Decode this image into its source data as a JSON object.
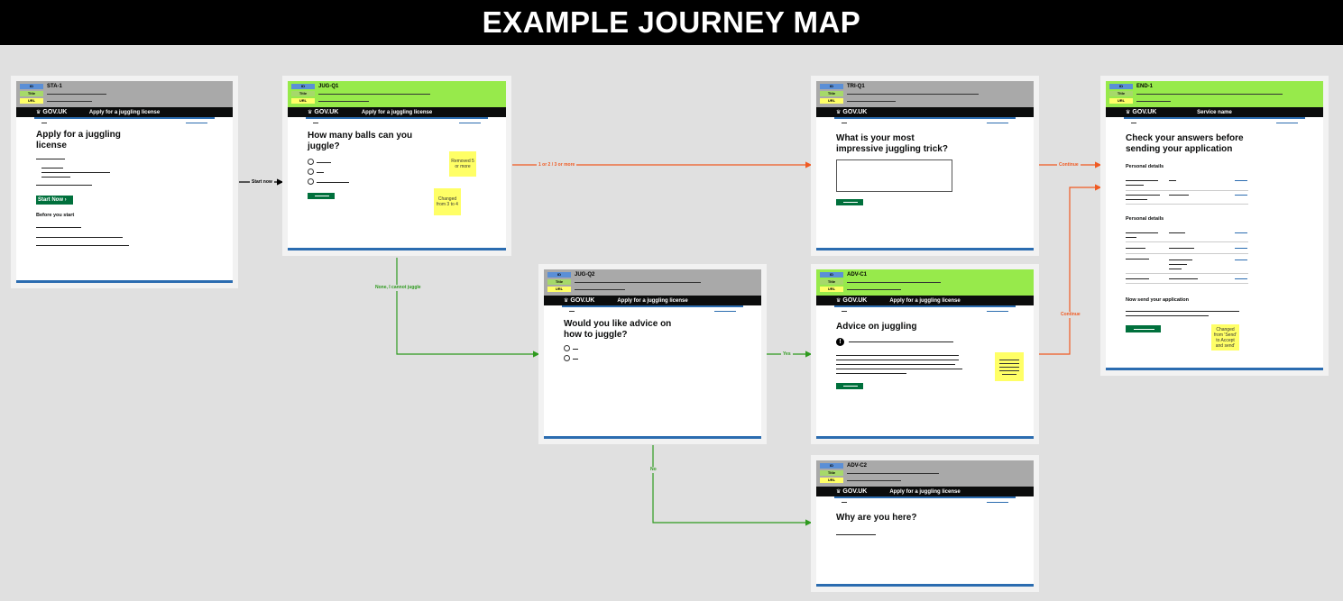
{
  "title": "EXAMPLE JOURNEY MAP",
  "colors": {
    "orange": "#f05a22",
    "green": "#2e9a1e",
    "black": "#000000",
    "gov_green": "#00703c",
    "gov_blue": "#2b6cb0"
  },
  "meta_labels": {
    "id": "ID",
    "title": "Title",
    "url": "URL"
  },
  "gov": {
    "crown": "♛",
    "logo": "GOV.UK"
  },
  "screens": {
    "sta1": {
      "id": "STA-1",
      "service": "Apply for a juggling license",
      "heading": "Apply for a juggling license",
      "button": "Start Now ›",
      "subheading": "Before you start"
    },
    "jugq1": {
      "id": "JUG-Q1",
      "service": "Apply for a juggling license",
      "heading": "How many balls can you juggle?"
    },
    "jugq2": {
      "id": "JUG-Q2",
      "service": "Apply for a juggling license",
      "heading": "Would you like advice on how to juggle?"
    },
    "triq1": {
      "id": "TRI-Q1",
      "heading": "What is your most impressive juggling trick?"
    },
    "advc1": {
      "id": "ADV-C1",
      "service": "Apply for a juggling license",
      "heading": "Advice on juggling",
      "warning_icon": "!"
    },
    "advc2": {
      "id": "ADV-C2",
      "service": "Apply for a juggling license",
      "heading": "Why are you here?"
    },
    "end1": {
      "id": "END-1",
      "service": "Service name",
      "heading": "Check your answers before sending your application",
      "section1": "Personal details",
      "section2": "Personal details",
      "section3": "Now send your application"
    }
  },
  "connectors": {
    "start_now": "Start now",
    "one_two_three": "1 or 2 / 3 or more",
    "none": "None, I cannot juggle",
    "yes": "Yes",
    "no": "No",
    "continue1": "Continue",
    "continue2": "Continue"
  },
  "stickies": {
    "removed": "Removed 5 or more",
    "changed": "Changed from 3 to 4",
    "send": "Changed from 'Send' to Accept and send'"
  }
}
